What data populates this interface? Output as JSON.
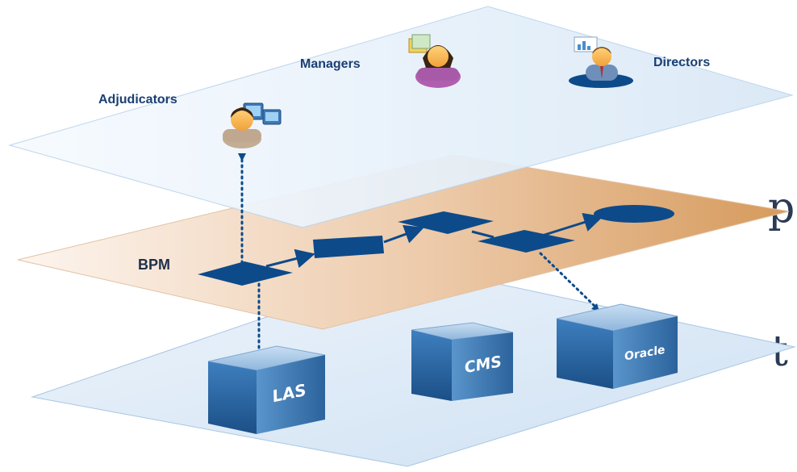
{
  "layers": {
    "people": {
      "roles": [
        {
          "id": "adjudicators",
          "label": "Adjudicators"
        },
        {
          "id": "managers",
          "label": "Managers"
        },
        {
          "id": "directors",
          "label": "Directors"
        }
      ]
    },
    "process": {
      "label": "BPM"
    },
    "systems": {
      "items": [
        {
          "id": "las",
          "label": "LAS"
        },
        {
          "id": "cms",
          "label": "CMS"
        },
        {
          "id": "oracle",
          "label": "Oracle"
        }
      ]
    }
  },
  "cropped_edge_text": {
    "upper": "p",
    "lower": "t"
  },
  "colors": {
    "people_plane": "#e8f1fb",
    "process_plane_start": "#fbefe8",
    "process_plane_end": "#d9a46a",
    "systems_plane": "#d6e6f5",
    "shape_blue": "#0d4a8a",
    "cube_blue": "#2f6aa6",
    "label_blue": "#1b3f73"
  }
}
